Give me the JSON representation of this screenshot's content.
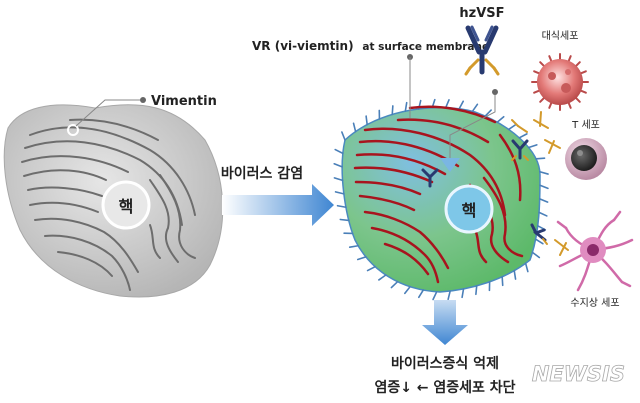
{
  "labels": {
    "vimentin": "Vimentin",
    "nucleus_left": "핵",
    "infection": "바이러스 감염",
    "vr_prefix": "VR (vi-viemtin)",
    "vr_suffix": "at surface membrane",
    "antibody": "hzVSF",
    "macrophage": "대식세포",
    "tcell": "T 세포",
    "nucleus_right": "핵",
    "dendritic": "수지상 세포",
    "result_line1": "바이러스증식 억제",
    "result_line2": "염증↓ ← 염증세포 차단",
    "watermark": "NEWSIS"
  },
  "colors": {
    "cell_gray": "#c9c9c9",
    "cell_green": "#6cc07c",
    "fiber_red": "#a8141e",
    "arrow_blue": "#3d85d0",
    "antibody_navy": "#283a70",
    "antibody_gold": "#d39a2b"
  }
}
